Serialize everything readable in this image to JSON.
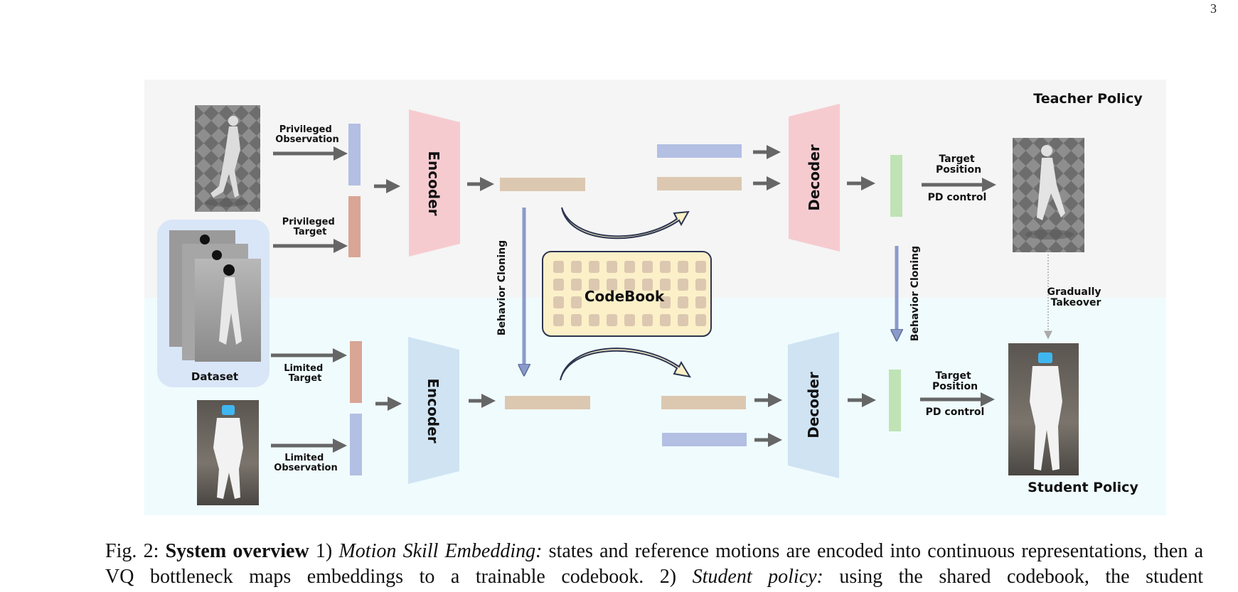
{
  "page": {
    "number": "3"
  },
  "figure": {
    "panels": {
      "teacher": "Teacher Policy",
      "student": "Student Policy"
    },
    "inputs": {
      "privileged_observation": [
        "Privileged",
        "Observation"
      ],
      "privileged_target": [
        "Privileged",
        "Target"
      ],
      "limited_target": [
        "Limited",
        "Target"
      ],
      "limited_observation": [
        "Limited",
        "Observation"
      ]
    },
    "dataset_label": "Dataset",
    "encoder_label": "Encoder",
    "decoder_label": "Decoder",
    "codebook_label": "CodeBook",
    "behavior_cloning": "Behavior Cloning",
    "target_position": [
      "Target",
      "Position"
    ],
    "pd_control": "PD control",
    "gradually_takeover": [
      "Gradually",
      "Takeover"
    ],
    "colors": {
      "teacher_bg": "#f5f5f5",
      "student_bg": "#f0fbfd",
      "encoder_teacher": "#f6cbd0",
      "encoder_student": "#cfe3f3",
      "observation_bar": "#b3bfe3",
      "target_bar": "#d9a595",
      "latent_bar": "#dcc8b0",
      "action_bar": "#bfe3b5",
      "codebook_fill": "#fbf0c8",
      "arrow": "#666666",
      "bc_arrow": "#8a9bcb"
    }
  },
  "caption": {
    "prefix": "Fig. 2: ",
    "title": "System overview",
    "part1_num": " 1) ",
    "part1_head": "Motion Skill Embedding:",
    "part1_text": " states and reference motions are encoded into continuous representations, then a VQ bottleneck maps embeddings to a trainable codebook. 2) ",
    "part2_head": "Student policy:",
    "part2_text": " using the shared codebook, the student"
  }
}
